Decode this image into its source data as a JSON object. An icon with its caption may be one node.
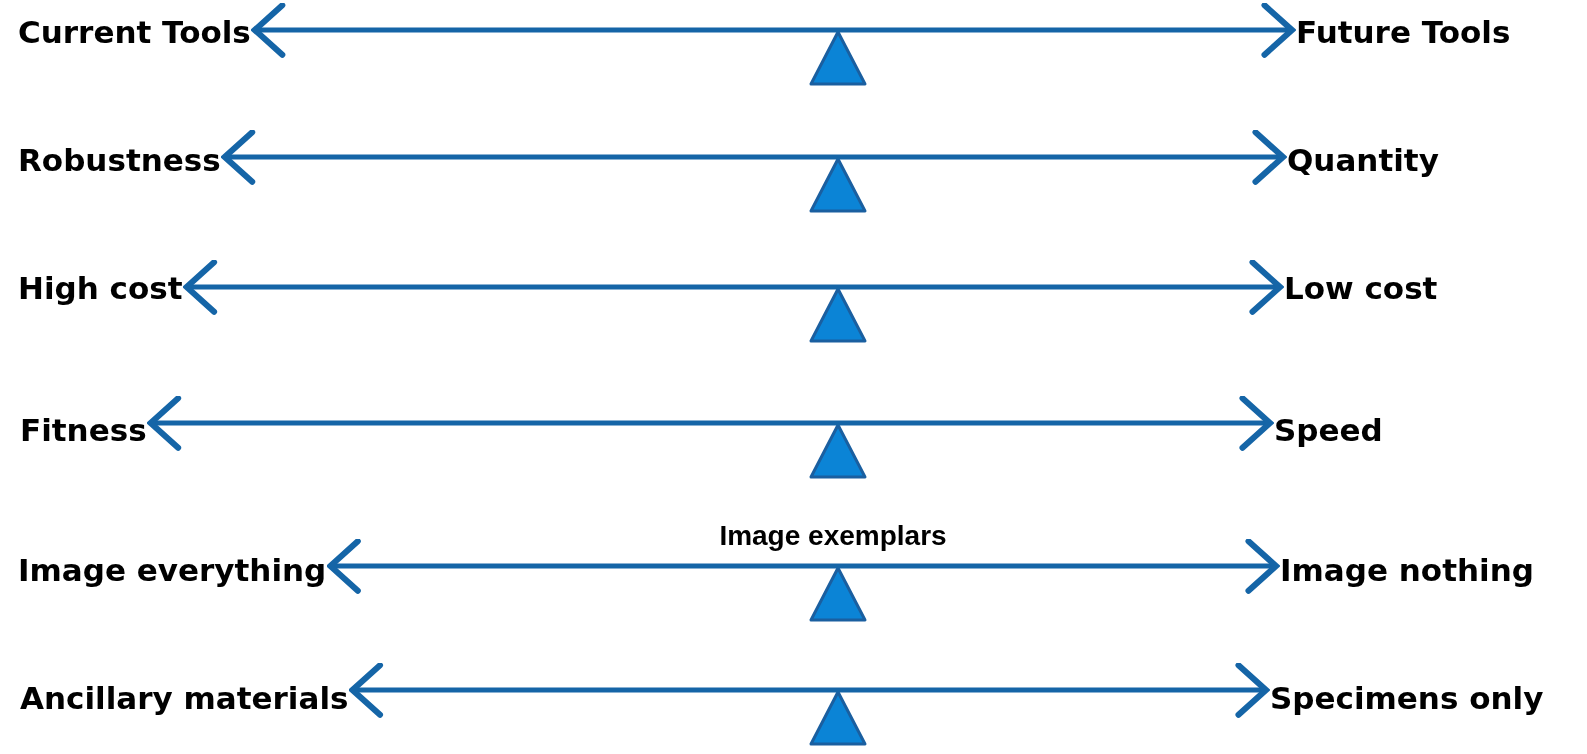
{
  "diagram": {
    "nodes": [
      {
        "text": [
          "Current Tools"
        ]
      },
      {
        "text": [
          "Future Tools"
        ]
      },
      {
        "text": [
          "Robustness"
        ]
      },
      {
        "text": [
          "Quantity"
        ]
      },
      {
        "text": [
          "High cost"
        ]
      },
      {
        "text": [
          "Low cost"
        ]
      },
      {
        "text": [
          "Fitness"
        ]
      },
      {
        "text": [
          "Speed"
        ]
      },
      {
        "text": [
          "Image everything"
        ]
      },
      {
        "text": [
          "Image nothing"
        ]
      },
      {
        "text": [
          "Ancillary materials"
        ]
      },
      {
        "text": [
          "Specimens only"
        ]
      }
    ],
    "edges": [
      {
        "from": 0,
        "to": 1,
        "arrow": "both"
      },
      {
        "from": 2,
        "to": 3,
        "arrow": "both"
      },
      {
        "from": 4,
        "to": 5,
        "arrow": "both"
      },
      {
        "from": 6,
        "to": 7,
        "arrow": "both"
      },
      {
        "from": 8,
        "to": 9,
        "arrow": "both",
        "label": "Image exemplars"
      },
      {
        "from": 10,
        "to": 11,
        "arrow": "both"
      }
    ]
  }
}
